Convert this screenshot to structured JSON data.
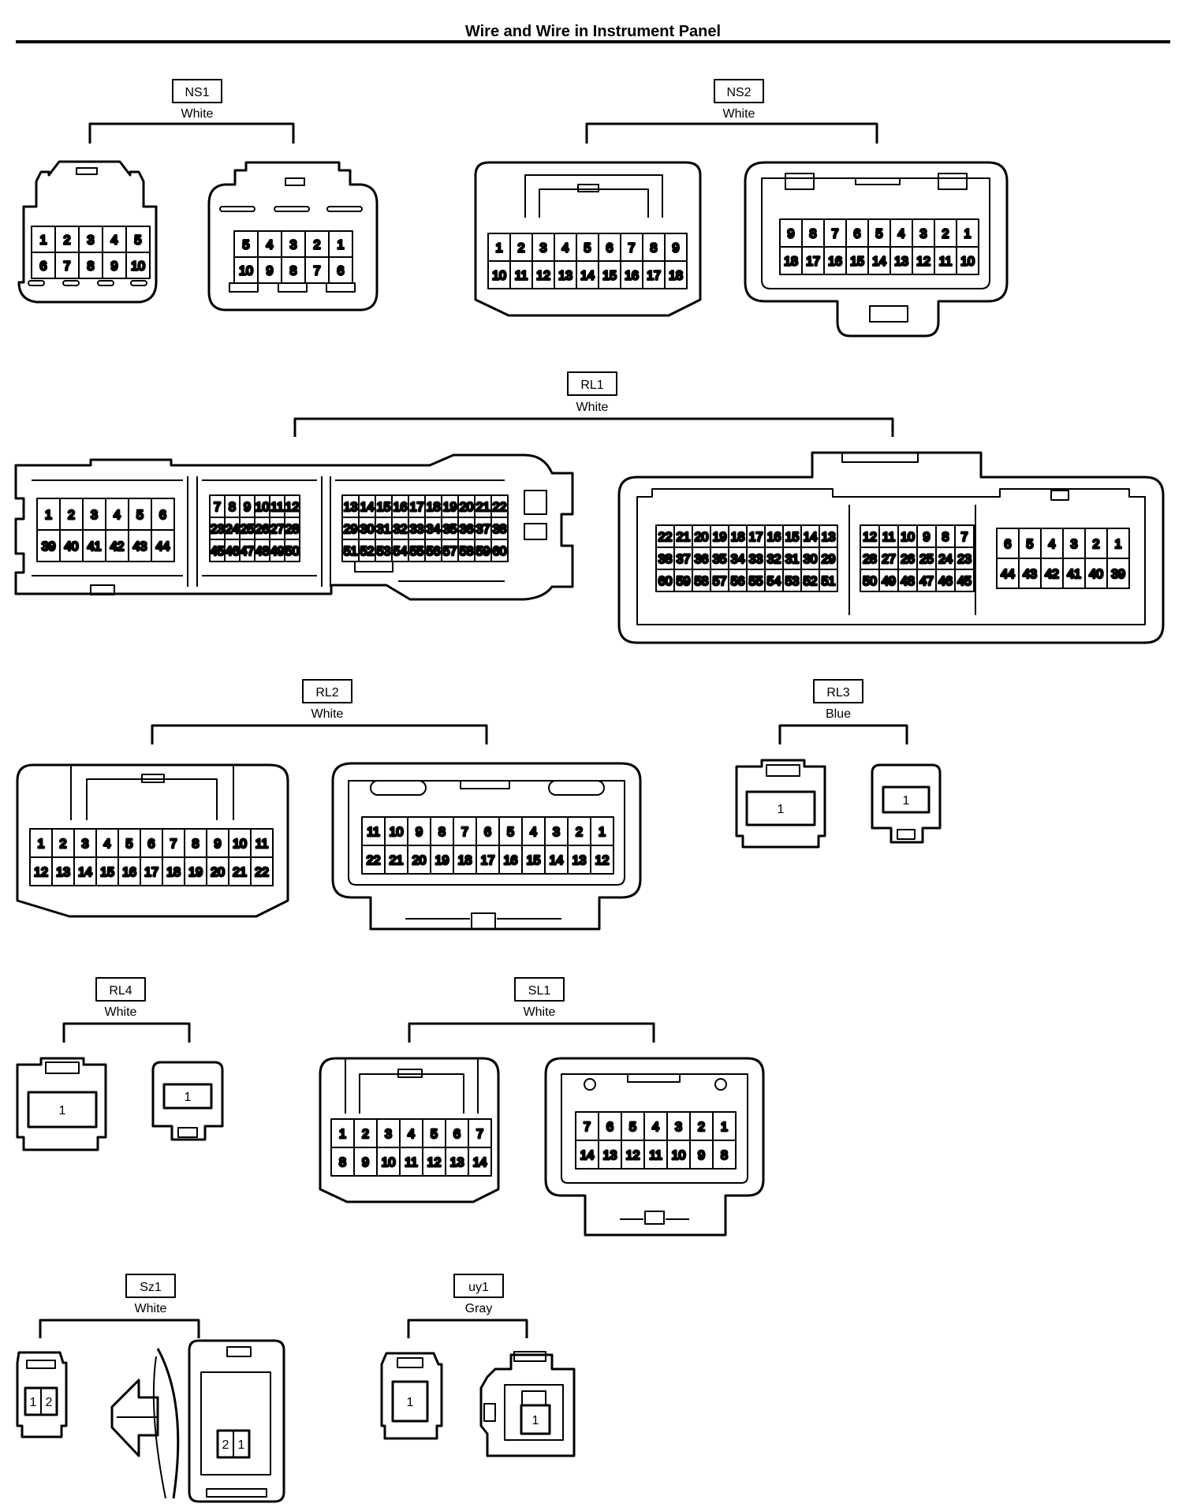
{
  "page_title": "Wire and Wire in Instrument Panel",
  "connectors": [
    {
      "code": "NS1",
      "color": "White",
      "rows_left": [
        [
          "1",
          "2",
          "3",
          "4",
          "5"
        ],
        [
          "6",
          "7",
          "8",
          "9",
          "10"
        ]
      ],
      "rows_right": [
        [
          "5",
          "4",
          "3",
          "2",
          "1"
        ],
        [
          "10",
          "9",
          "8",
          "7",
          "6"
        ]
      ]
    },
    {
      "code": "NS2",
      "color": "White",
      "rows_left": [
        [
          "1",
          "2",
          "3",
          "4",
          "5",
          "6",
          "7",
          "8",
          "9"
        ],
        [
          "10",
          "11",
          "12",
          "13",
          "14",
          "15",
          "16",
          "17",
          "18"
        ]
      ],
      "rows_right": [
        [
          "9",
          "8",
          "7",
          "6",
          "5",
          "4",
          "3",
          "2",
          "1"
        ],
        [
          "18",
          "17",
          "16",
          "15",
          "14",
          "13",
          "12",
          "11",
          "10"
        ]
      ]
    },
    {
      "code": "RL1",
      "color": "White",
      "left_blocks": [
        [
          [
            "1",
            "2",
            "3",
            "4",
            "5",
            "6"
          ],
          [
            "39",
            "40",
            "41",
            "42",
            "43",
            "44"
          ]
        ],
        [
          [
            "7",
            "8",
            "9",
            "10",
            "11",
            "12"
          ],
          [
            "23",
            "24",
            "25",
            "26",
            "27",
            "28"
          ],
          [
            "45",
            "46",
            "47",
            "48",
            "49",
            "50"
          ]
        ],
        [
          [
            "13",
            "14",
            "15",
            "16",
            "17",
            "18",
            "19",
            "20",
            "21",
            "22"
          ],
          [
            "29",
            "30",
            "31",
            "32",
            "33",
            "34",
            "35",
            "36",
            "37",
            "38"
          ],
          [
            "51",
            "52",
            "53",
            "54",
            "55",
            "56",
            "57",
            "58",
            "59",
            "60"
          ]
        ]
      ],
      "right_blocks": [
        [
          [
            "22",
            "21",
            "20",
            "19",
            "18",
            "17",
            "16",
            "15",
            "14",
            "13"
          ],
          [
            "38",
            "37",
            "36",
            "35",
            "34",
            "33",
            "32",
            "31",
            "30",
            "29"
          ],
          [
            "60",
            "59",
            "58",
            "57",
            "56",
            "55",
            "54",
            "53",
            "52",
            "51"
          ]
        ],
        [
          [
            "12",
            "11",
            "10",
            "9",
            "8",
            "7"
          ],
          [
            "28",
            "27",
            "26",
            "25",
            "24",
            "23"
          ],
          [
            "50",
            "49",
            "48",
            "47",
            "46",
            "45"
          ]
        ],
        [
          [
            "6",
            "5",
            "4",
            "3",
            "2",
            "1"
          ],
          [
            "44",
            "43",
            "42",
            "41",
            "40",
            "39"
          ]
        ]
      ]
    },
    {
      "code": "RL2",
      "color": "White",
      "rows_left": [
        [
          "1",
          "2",
          "3",
          "4",
          "5",
          "6",
          "7",
          "8",
          "9",
          "10",
          "11"
        ],
        [
          "12",
          "13",
          "14",
          "15",
          "16",
          "17",
          "18",
          "19",
          "20",
          "21",
          "22"
        ]
      ],
      "rows_right": [
        [
          "11",
          "10",
          "9",
          "8",
          "7",
          "6",
          "5",
          "4",
          "3",
          "2",
          "1"
        ],
        [
          "22",
          "21",
          "20",
          "19",
          "18",
          "17",
          "16",
          "15",
          "14",
          "13",
          "12"
        ]
      ]
    },
    {
      "code": "RL3",
      "color": "Blue",
      "pin_left": "1",
      "pin_right": "1"
    },
    {
      "code": "RL4",
      "color": "White",
      "pin_left": "1",
      "pin_right": "1"
    },
    {
      "code": "SL1",
      "color": "White",
      "rows_left": [
        [
          "1",
          "2",
          "3",
          "4",
          "5",
          "6",
          "7"
        ],
        [
          "8",
          "9",
          "10",
          "11",
          "12",
          "13",
          "14"
        ]
      ],
      "rows_right": [
        [
          "7",
          "6",
          "5",
          "4",
          "3",
          "2",
          "1"
        ],
        [
          "14",
          "13",
          "12",
          "11",
          "10",
          "9",
          "8"
        ]
      ]
    },
    {
      "code": "Sz1",
      "color": "White",
      "pins_left": [
        "1",
        "2"
      ],
      "pins_right": [
        "2",
        "1"
      ]
    },
    {
      "code": "uy1",
      "color": "Gray",
      "pin_left": "1",
      "pin_right": "1"
    }
  ]
}
